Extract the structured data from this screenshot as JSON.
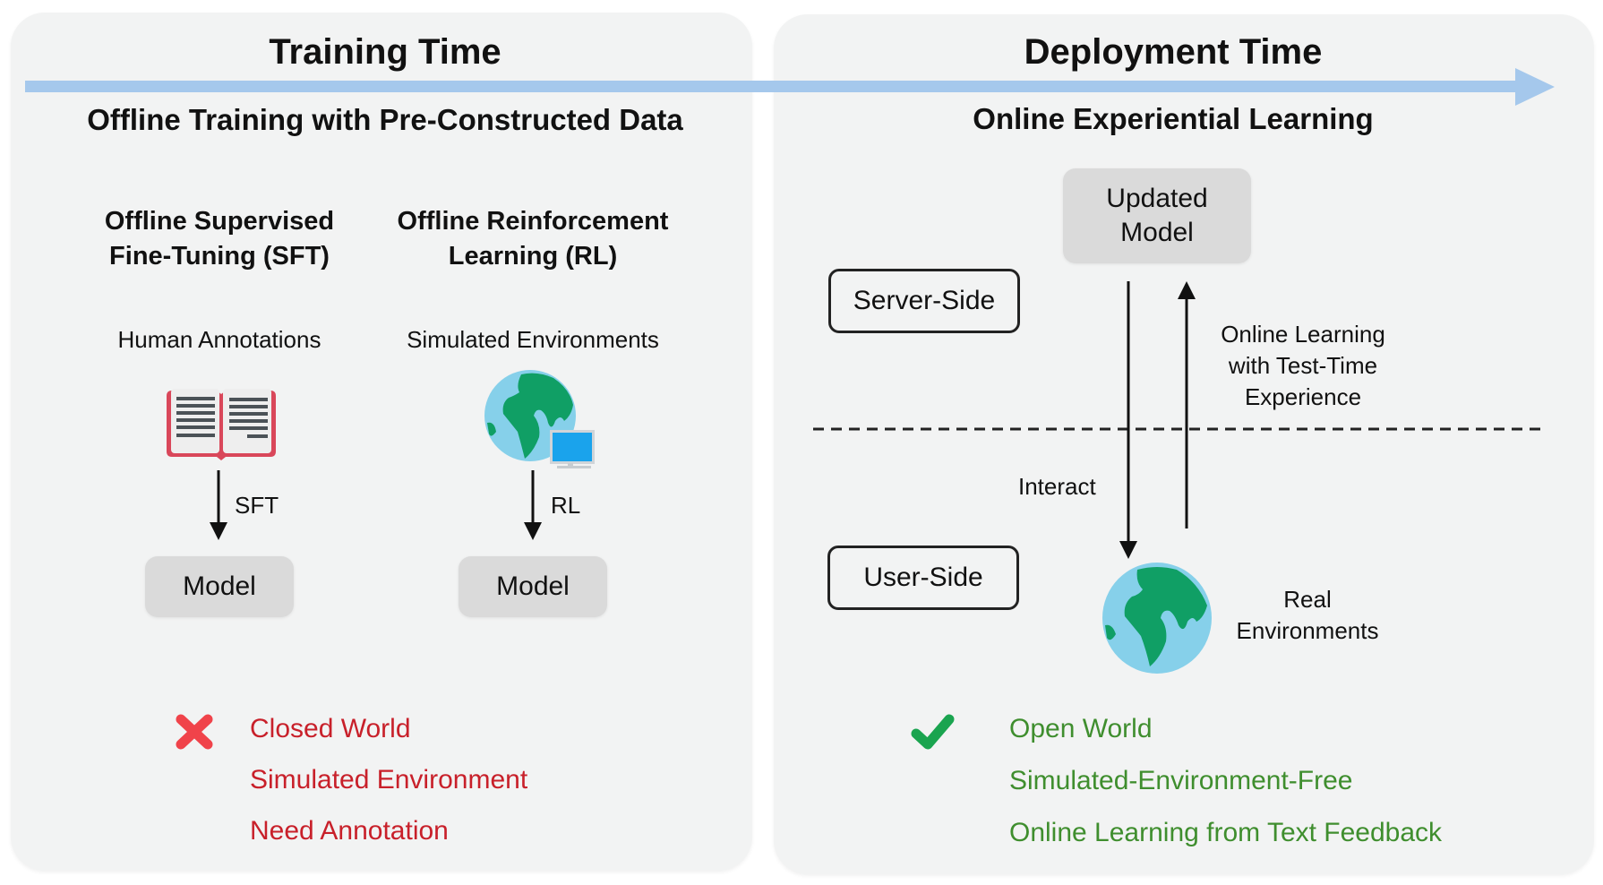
{
  "timeline": {
    "left_title": "Training Time",
    "right_title": "Deployment Time",
    "arrow_color": "#a5c8ec"
  },
  "training": {
    "subtitle": "Offline Training with Pre-Constructed Data",
    "sft": {
      "title_line1": "Offline Supervised",
      "title_line2": "Fine-Tuning (SFT)",
      "source_label": "Human Annotations",
      "source_icon": "book-icon",
      "arrow_label": "SFT",
      "model_label": "Model"
    },
    "rl": {
      "title_line1": "Offline Reinforcement",
      "title_line2": "Learning (RL)",
      "source_label": "Simulated Environments",
      "source_icon": "globe-computer-icon",
      "arrow_label": "RL",
      "model_label": "Model"
    },
    "cons": {
      "icon": "cross-icon",
      "color": "#c8202a",
      "items": [
        "Closed World",
        "Simulated Environment",
        "Need Annotation"
      ]
    }
  },
  "deployment": {
    "subtitle": "Online Experiential Learning",
    "updated_model_line1": "Updated",
    "updated_model_line2": "Model",
    "server_side_label": "Server-Side",
    "user_side_label": "User-Side",
    "feedback_line1": "Online Learning",
    "feedback_line2": "with Test-Time",
    "feedback_line3": "Experience",
    "interact_label": "Interact",
    "env_line1": "Real",
    "env_line2": "Environments",
    "env_icon": "globe-icon",
    "pros": {
      "icon": "check-icon",
      "color": "#3f8e2e",
      "items": [
        "Open World",
        "Simulated-Environment-Free",
        "Online Learning from Text Feedback"
      ]
    }
  }
}
